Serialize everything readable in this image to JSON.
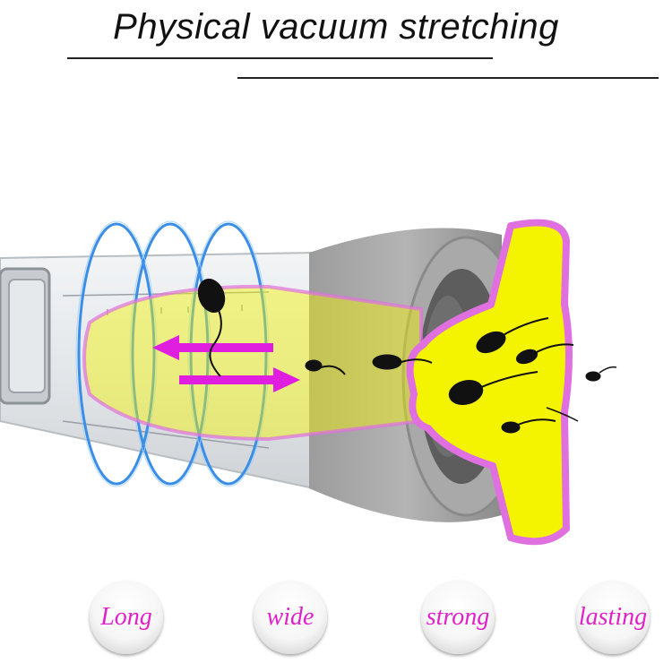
{
  "title": "Physical vacuum stretching",
  "badges": [
    {
      "label": "Long"
    },
    {
      "label": "wide"
    },
    {
      "label": "strong"
    },
    {
      "label": "lasting"
    }
  ],
  "colors": {
    "arrow": "#e01ee0",
    "organ_fill": "#f4f400",
    "organ_outline": "#e070e0",
    "glow_ring": "#3a8ee8",
    "badge_text": "#e020c8"
  },
  "icons": [
    "double-arrow-icon",
    "sperm-icon",
    "glow-ring-icon"
  ]
}
